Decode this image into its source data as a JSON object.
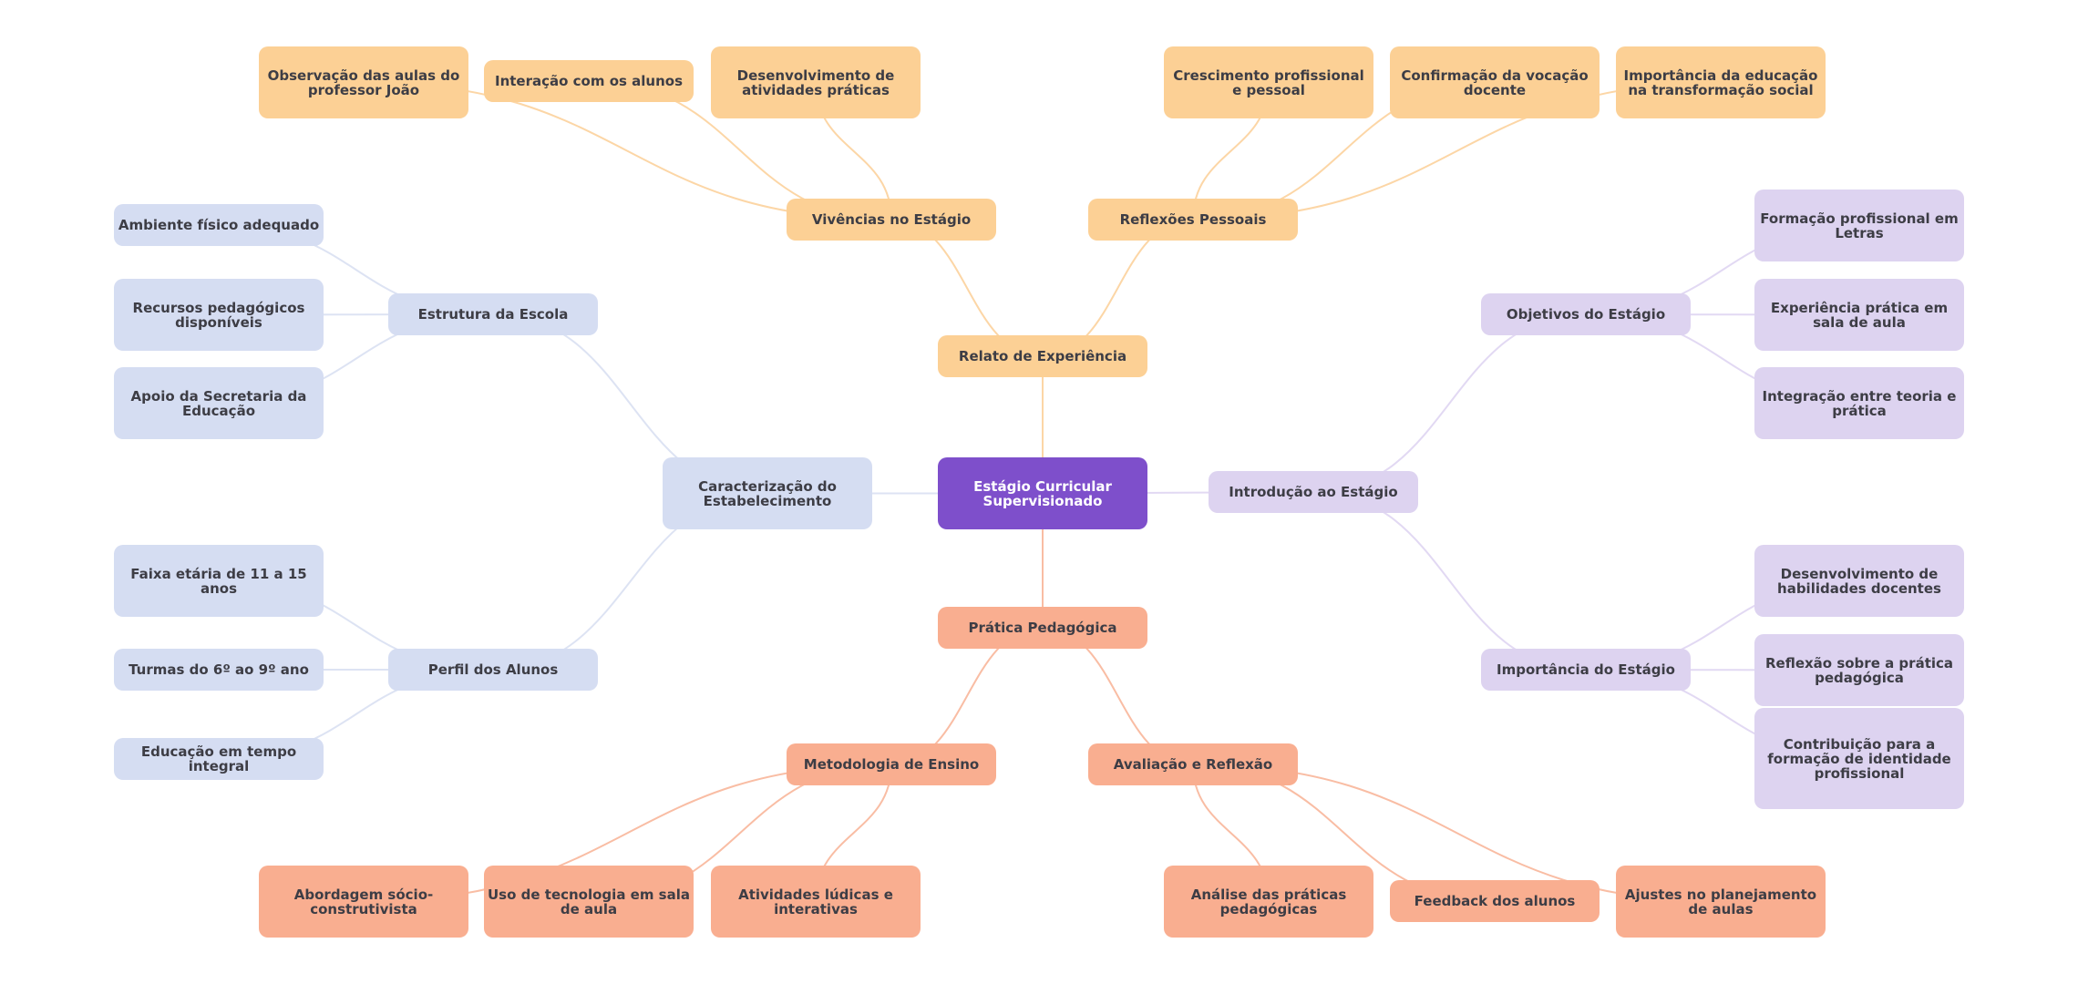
{
  "title": "Estágio Curricular Supervisionado",
  "colors": {
    "root": "#7e4fcb",
    "relato": "#fcd095",
    "pratica": "#f9ae90",
    "caracterizacao": "#d5ddf2",
    "introducao": "#ddd3f0",
    "edge_relato": "#fcd6a6",
    "edge_pratica": "#f9bda4",
    "edge_caracterizacao": "#dde3f3",
    "edge_introducao": "#e2d9f3"
  },
  "nodes": {
    "root": "Estágio Curricular Supervisionado",
    "relato": "Relato de Experiência",
    "vivencias": "Vivências no Estágio",
    "observacao": "Observação das aulas do professor João",
    "interacao": "Interação com os alunos",
    "desenvolvimento_atividades": "Desenvolvimento de atividades práticas",
    "reflexoes": "Reflexões Pessoais",
    "crescimento": "Crescimento profissional e pessoal",
    "confirmacao": "Confirmação da vocação docente",
    "importancia_educacao": "Importância da educação na transformação social",
    "caracterizacao": "Caracterização do Estabelecimento",
    "estrutura": "Estrutura da Escola",
    "ambiente": "Ambiente físico adequado",
    "recursos": "Recursos pedagógicos disponíveis",
    "apoio": "Apoio da Secretaria da Educação",
    "perfil": "Perfil dos Alunos",
    "faixa": "Faixa etária de 11 a 15 anos",
    "turmas": "Turmas do 6º ao 9º ano",
    "educacao_integral": "Educação em tempo integral",
    "introducao": "Introdução ao Estágio",
    "objetivos": "Objetivos do Estágio",
    "formacao": "Formação profissional em Letras",
    "experiencia": "Experiência prática em sala de aula",
    "integracao": "Integração entre teoria e prática",
    "importancia_estagio": "Importância do Estágio",
    "habilidades": "Desenvolvimento de habilidades docentes",
    "reflexao_pratica": "Reflexão sobre a prática pedagógica",
    "contribuicao": "Contribuição para a formação de identidade profissional",
    "pratica": "Prática Pedagógica",
    "metodologia": "Metodologia de Ensino",
    "abordagem": "Abordagem sócio-construtivista",
    "tecnologia": "Uso de tecnologia em sala de aula",
    "ludicas": "Atividades lúdicas e interativas",
    "avaliacao": "Avaliação e Reflexão",
    "analise": "Análise das práticas pedagógicas",
    "feedback": "Feedback dos alunos",
    "ajustes": "Ajustes no planejamento de aulas"
  },
  "edges": [
    [
      "root",
      "relato",
      "relato"
    ],
    [
      "relato",
      "vivencias",
      "relato"
    ],
    [
      "relato",
      "reflexoes",
      "relato"
    ],
    [
      "vivencias",
      "observacao",
      "relato"
    ],
    [
      "vivencias",
      "interacao",
      "relato"
    ],
    [
      "vivencias",
      "desenvolvimento_atividades",
      "relato"
    ],
    [
      "reflexoes",
      "crescimento",
      "relato"
    ],
    [
      "reflexoes",
      "confirmacao",
      "relato"
    ],
    [
      "reflexoes",
      "importancia_educacao",
      "relato"
    ],
    [
      "root",
      "caracterizacao",
      "caracterizacao"
    ],
    [
      "caracterizacao",
      "estrutura",
      "caracterizacao"
    ],
    [
      "caracterizacao",
      "perfil",
      "caracterizacao"
    ],
    [
      "estrutura",
      "ambiente",
      "caracterizacao"
    ],
    [
      "estrutura",
      "recursos",
      "caracterizacao"
    ],
    [
      "estrutura",
      "apoio",
      "caracterizacao"
    ],
    [
      "perfil",
      "faixa",
      "caracterizacao"
    ],
    [
      "perfil",
      "turmas",
      "caracterizacao"
    ],
    [
      "perfil",
      "educacao_integral",
      "caracterizacao"
    ],
    [
      "root",
      "introducao",
      "introducao"
    ],
    [
      "introducao",
      "objetivos",
      "introducao"
    ],
    [
      "introducao",
      "importancia_estagio",
      "introducao"
    ],
    [
      "objetivos",
      "formacao",
      "introducao"
    ],
    [
      "objetivos",
      "experiencia",
      "introducao"
    ],
    [
      "objetivos",
      "integracao",
      "introducao"
    ],
    [
      "importancia_estagio",
      "habilidades",
      "introducao"
    ],
    [
      "importancia_estagio",
      "reflexao_pratica",
      "introducao"
    ],
    [
      "importancia_estagio",
      "contribuicao",
      "introducao"
    ],
    [
      "root",
      "pratica",
      "pratica"
    ],
    [
      "pratica",
      "metodologia",
      "pratica"
    ],
    [
      "pratica",
      "avaliacao",
      "pratica"
    ],
    [
      "metodologia",
      "abordagem",
      "pratica"
    ],
    [
      "metodologia",
      "tecnologia",
      "pratica"
    ],
    [
      "metodologia",
      "ludicas",
      "pratica"
    ],
    [
      "avaliacao",
      "analise",
      "pratica"
    ],
    [
      "avaliacao",
      "feedback",
      "pratica"
    ],
    [
      "avaliacao",
      "ajustes",
      "pratica"
    ]
  ]
}
